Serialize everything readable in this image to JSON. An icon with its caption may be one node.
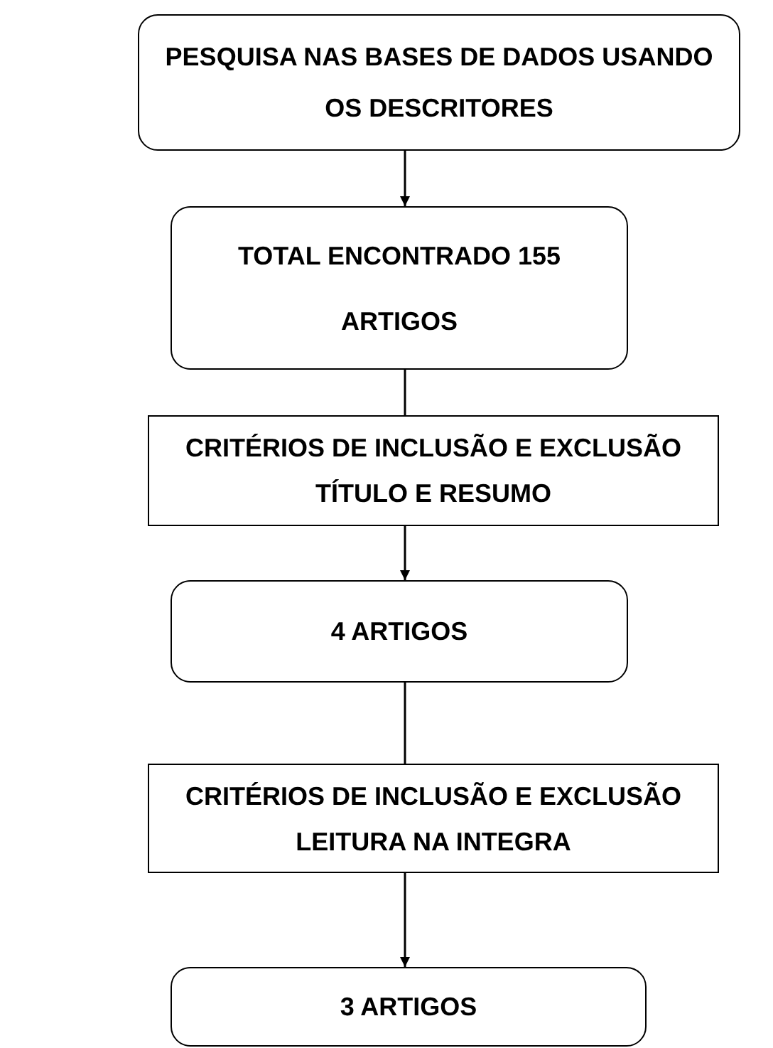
{
  "diagram": {
    "nodes": [
      {
        "text": [
          "PESQUISA NAS BASES DE DADOS USANDO OS DESCRITORES"
        ]
      },
      {
        "text": [
          "TOTAL ENCONTRADO 155 ARTIGOS"
        ]
      },
      {
        "text": [
          "CRITÉRIOS DE INCLUSÃO E EXCLUSÃO TÍTULO E RESUMO"
        ]
      },
      {
        "text": [
          "4 ARTIGOS"
        ]
      },
      {
        "text": [
          "CRITÉRIOS DE INCLUSÃO E EXCLUSÃO LEITURA NA INTEGRA"
        ]
      },
      {
        "text": [
          "3 ARTIGOS"
        ]
      }
    ],
    "edges": [
      {
        "from": 0,
        "to": 1,
        "arrow": "to"
      },
      {
        "from": 1,
        "to": 2,
        "arrow": "none"
      },
      {
        "from": 2,
        "to": 3,
        "arrow": "to"
      },
      {
        "from": 3,
        "to": 4,
        "arrow": "none"
      },
      {
        "from": 4,
        "to": 5,
        "arrow": "to"
      }
    ]
  }
}
